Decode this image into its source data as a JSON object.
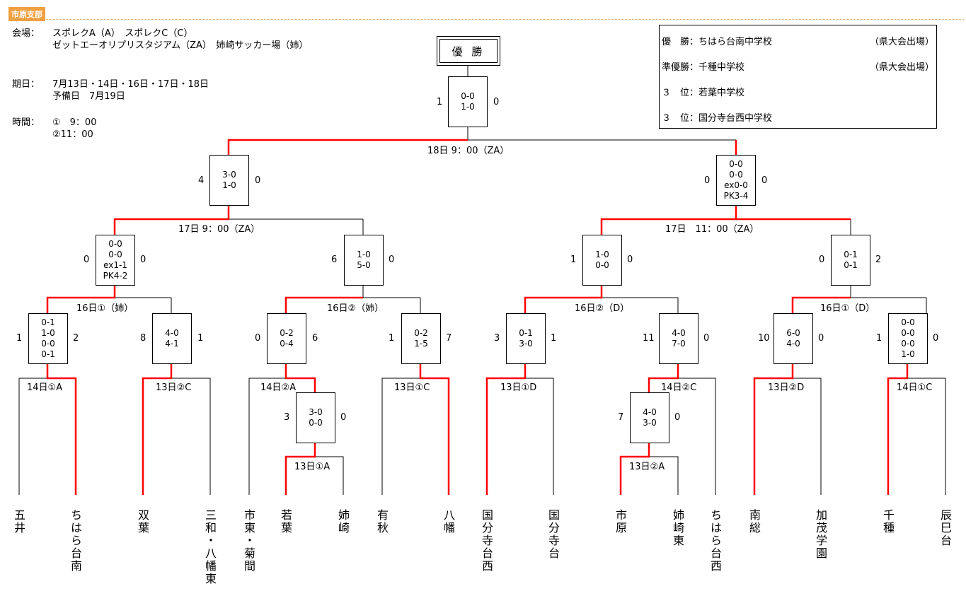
{
  "header": {
    "tag": "市原支部"
  },
  "info": {
    "venue_key": "会場：",
    "venue_1": "スポレクA（A）　スポレクC（C）",
    "venue_2": "ゼットエーオリプリスタジアム（ZA）　姉崎サッカー場（姉）",
    "date_key": "期日：",
    "date_1": "7月13日・14日・16日・17日・18日",
    "date_2": "予備日　7月19日",
    "time_key": "時間：",
    "time_1": "①　9：00",
    "time_2": "②11：00"
  },
  "champion_label": "優 勝",
  "results": [
    {
      "rank": "優　勝：ちはら台南中学校",
      "note": "（県大会出場）"
    },
    {
      "rank": "準優勝：千種中学校",
      "note": "（県大会出場）"
    },
    {
      "rank": "３　位：若葉中学校",
      "note": ""
    },
    {
      "rank": "３　位：国分寺台西中学校",
      "note": ""
    }
  ],
  "captions": {
    "final": "18日 9：00（ZA）",
    "semi_left": "17日 9：00（ZA）",
    "semi_right": "17日　11：00（ZA）",
    "qf_1": "16日①（姉）",
    "qf_2": "16日②（姉）",
    "qf_3": "16日②（D）",
    "qf_4": "16日①（D）",
    "r1_1": "14日①A",
    "r1_2": "13日②C",
    "r1_3": "14日②A",
    "r1_4": "13日①C",
    "r1_5": "13日①D",
    "r1_6": "14日②C",
    "r1_7": "13日②D",
    "r1_8": "14日①C",
    "r0_1": "13日①A",
    "r0_2": "13日②A"
  },
  "matches": {
    "final": {
      "l": "1",
      "r": "0",
      "lines": [
        "0-0",
        "1-0"
      ]
    },
    "sf_l": {
      "l": "4",
      "r": "0",
      "lines": [
        "3-0",
        "1-0"
      ]
    },
    "sf_r": {
      "l": "0",
      "r": "0",
      "lines": [
        "0-0",
        "0-0",
        "ex0-0",
        "PK3-4"
      ]
    },
    "qf1": {
      "l": "0",
      "r": "0",
      "lines": [
        "0-0",
        "0-0",
        "ex1-1",
        "PK4-2"
      ]
    },
    "qf2": {
      "l": "6",
      "r": "0",
      "lines": [
        "1-0",
        "5-0"
      ]
    },
    "qf3": {
      "l": "1",
      "r": "0",
      "lines": [
        "1-0",
        "0-0"
      ]
    },
    "qf4": {
      "l": "0",
      "r": "2",
      "lines": [
        "0-1",
        "0-1"
      ]
    },
    "r1a": {
      "l": "1",
      "r": "2",
      "lines": [
        "0-1",
        "1-0",
        "0-0",
        "0-1"
      ]
    },
    "r1b": {
      "l": "8",
      "r": "1",
      "lines": [
        "4-0",
        "4-1"
      ]
    },
    "r1c": {
      "l": "0",
      "r": "6",
      "lines": [
        "0-2",
        "0-4"
      ]
    },
    "r1d": {
      "l": "1",
      "r": "7",
      "lines": [
        "0-2",
        "1-5"
      ]
    },
    "r1e": {
      "l": "3",
      "r": "1",
      "lines": [
        "0-1",
        "3-0"
      ]
    },
    "r1f": {
      "l": "11",
      "r": "0",
      "lines": [
        "4-0",
        "7-0"
      ]
    },
    "r1g": {
      "l": "10",
      "r": "0",
      "lines": [
        "6-0",
        "4-0"
      ]
    },
    "r1h": {
      "l": "1",
      "r": "0",
      "lines": [
        "0-0",
        "0-0",
        "0-0",
        "1-0"
      ]
    },
    "r0a": {
      "l": "3",
      "r": "0",
      "lines": [
        "3-0",
        "0-0"
      ]
    },
    "r0b": {
      "l": "7",
      "r": "0",
      "lines": [
        "4-0",
        "3-0"
      ]
    }
  },
  "teams": [
    "五井",
    "ちはら台南",
    "双葉",
    "三和・八幡東",
    "市東・菊間",
    "若葉",
    "姉崎",
    "有秋",
    "八幡",
    "国分寺台西",
    "国分寺台",
    "市原",
    "姉崎東",
    "ちはら台西",
    "南総",
    "加茂学園",
    "千種",
    "辰巳台"
  ],
  "colors": {
    "win": "#ff0000",
    "line": "#000000",
    "tag": "#f0a040"
  }
}
